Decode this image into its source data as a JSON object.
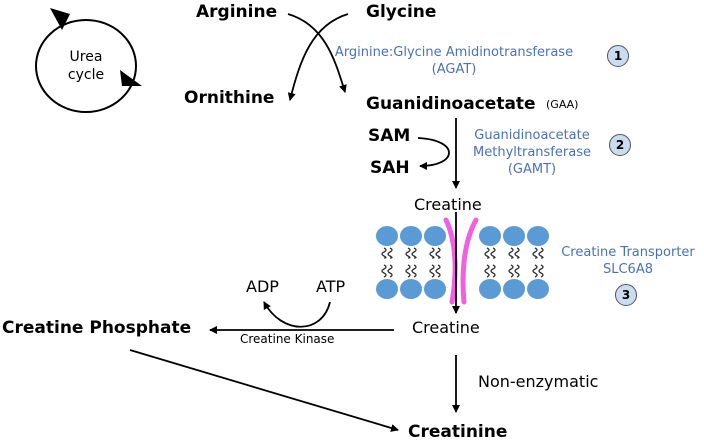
{
  "title": "Creatine synthesis and metabolism pathway",
  "urea_cycle": {
    "label_line1": "Urea",
    "label_line2": "cycle"
  },
  "metabolites": {
    "arginine": "Arginine",
    "glycine": "Glycine",
    "ornithine": "Ornithine",
    "guanidinoacetate": "Guanidinoacetate",
    "gaa_abbrev": "(GAA)",
    "sam": "SAM",
    "sah": "SAH",
    "creatine_top": "Creatine",
    "creatine_bottom": "Creatine",
    "adp": "ADP",
    "atp": "ATP",
    "creatine_phosphate": "Creatine Phosphate",
    "creatinine": "Creatinine"
  },
  "enzymes": {
    "agat_line1": "Arginine:Glycine Amidinotransferase",
    "agat_line2": "(AGAT)",
    "gamt_line1": "Guanidinoacetate",
    "gamt_line2": "Methyltransferase",
    "gamt_line3": "(GAMT)",
    "transporter_line1": "Creatine Transporter",
    "transporter_line2": "SLC6A8",
    "creatine_kinase": "Creatine Kinase",
    "non_enzymatic": "Non-enzymatic"
  },
  "badges": [
    "1",
    "2",
    "3"
  ],
  "colors": {
    "enzyme_text": "#4a72b8",
    "badge_fill": "#c9dcf0",
    "lipid_head": "#5b9bd5",
    "transporter": "#f060e0"
  }
}
